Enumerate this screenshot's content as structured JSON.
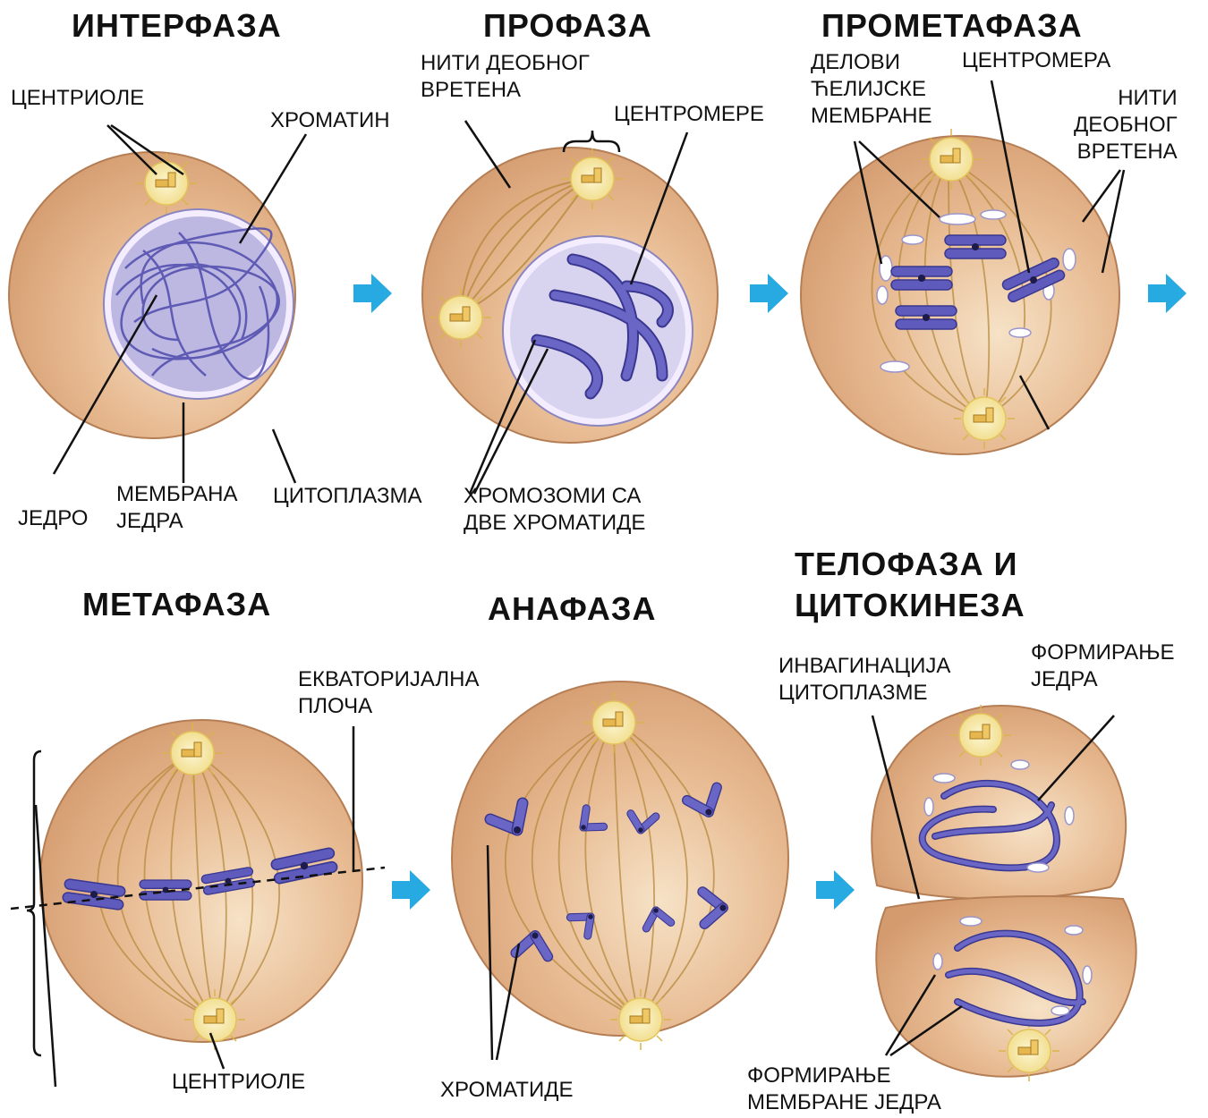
{
  "stages": {
    "interphase": "ИНТЕРФАЗА",
    "prophase": "ПРОФАЗА",
    "prometaphase": "ПРОМЕТАФАЗА",
    "metaphase": "МЕТАФАЗА",
    "anaphase": "АНАФАЗА",
    "telophase_line1": "ТЕЛОФАЗА И",
    "telophase_line2": "ЦИТОКИНЕЗА"
  },
  "labels": {
    "centrioles_top": "ЦЕНТРИОЛЕ",
    "chromatin": "ХРОМАТИН",
    "nucleus": "ЈЕДРО",
    "nuclear_membrane_1": "МЕМБРАНА",
    "nuclear_membrane_2": "ЈЕДРА",
    "cytoplasm": "ЦИТОПЛАЗМА",
    "spindle_fibers_1": "НИТИ ДЕОБНОГ",
    "spindle_fibers_2": "ВРЕТЕНА",
    "centromeres": "ЦЕНТРОМЕРЕ",
    "chromosomes_1": "ХРОМОЗОМИ СА",
    "chromosomes_2": "ДВЕ ХРОМАТИДЕ",
    "membrane_parts_1": "ДЕЛОВИ",
    "membrane_parts_2": "ЋЕЛИЈСКЕ",
    "membrane_parts_3": "МЕМБРАНЕ",
    "centromere": "ЦЕНТРОМЕРА",
    "spindle_fibers_b1": "НИТИ",
    "spindle_fibers_b2": "ДЕОБНОГ",
    "spindle_fibers_b3": "ВРЕТЕНА",
    "equatorial_plate_1": "ЕКВАТОРИЈАЛНА",
    "equatorial_plate_2": "ПЛОЧА",
    "centrioles_bottom": "ЦЕНТРИОЛЕ",
    "chromatids": "ХРОМАТИДЕ",
    "invagination_1": "ИНВАГИНАЦИЈА",
    "invagination_2": "ЦИТОПЛАЗМЕ",
    "nucleus_forming_1": "ФОРМИРАЊЕ",
    "nucleus_forming_2": "ЈЕДРА",
    "membrane_forming_1": "ФОРМИРАЊЕ",
    "membrane_forming_2": "МЕМБРАНЕ ЈЕДРА"
  },
  "colors": {
    "cell": "#d9a57c",
    "cytoplasm_light": "#f3dcc0",
    "centrosome": "#f6e7a8",
    "nucleus": "#b9b4dc",
    "chromosome": "#5a56b4",
    "spindle": "#b78a3e",
    "arrow": "#27a9e1"
  }
}
